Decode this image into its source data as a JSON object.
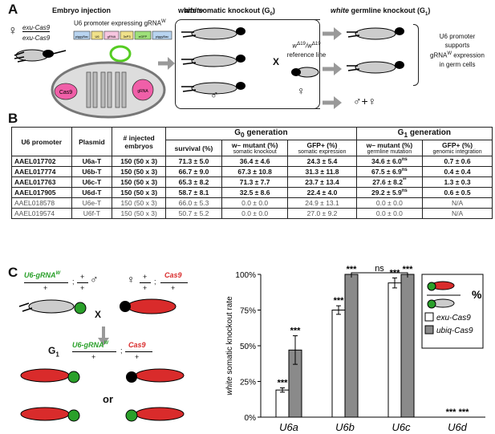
{
  "panelA": {
    "letter": "A",
    "embryo_injection": "Embryo injection",
    "u6_promoter_expressing": "U6 promoter expressing gRNA",
    "u6_promoter_superscript": "W",
    "exu_cas9_top": "exu-Cas9",
    "exu_cas9_bottom": "exu-Cas9",
    "cas9_label": "Cas9",
    "grna_label": "gRNA",
    "grna_sup": "W",
    "somatic_knockout": "white somatic knockout (G",
    "somatic_knockout_sub": "0",
    "germline_knockout": "white germline knockout (G",
    "germline_knockout_sub": "1",
    "reference_line_genotype": "w",
    "reference_line_sup": "Δ19",
    "reference_line_label": "reference line",
    "cross_x": "X",
    "u6_supports_l1": "U6 promoter",
    "u6_supports_l2": "supports",
    "u6_supports_l3": "gRNA",
    "u6_supports_l3_sup": "W",
    "u6_supports_l3_after": " expression",
    "u6_supports_l4": "in germ cells",
    "plasmid_parts": [
      "piggyBac",
      "U6",
      "gRNA",
      "3xP3",
      "eGFP",
      "piggyBac"
    ]
  },
  "panelB": {
    "letter": "B",
    "headers": {
      "u6_promoter": "U6 promoter",
      "plasmid": "Plasmid",
      "injected": "# injected embryos",
      "g0_generation": "G",
      "g0_sub": "0",
      "g0_after": " generation",
      "g1_generation": "G",
      "g1_sub": "1",
      "g1_after": " generation",
      "survival": "survival (%)",
      "w_mutant_g0": "w– mutant (%)",
      "w_mutant_g0_sub": "somatic knockout",
      "gfp_g0": "GFP+ (%)",
      "gfp_g0_sub": "somatic expression",
      "w_mutant_g1": "w– mutant (%)",
      "w_mutant_g1_sub": "germline mutation",
      "gfp_g1": "GFP+ (%)",
      "gfp_g1_sub": "genomic integration"
    },
    "rows": [
      {
        "promoter": "AAEL017702",
        "plasmid": "U6a-T",
        "injected": "150 (50 x 3)",
        "survival": "71.3 ± 5.0",
        "w_g0": "36.4 ± 4.6",
        "gfp_g0": "24.3 ± 5.4",
        "w_g1": "34.6 ± 6.0",
        "w_g1_sig": "ns",
        "gfp_g1": "0.7 ± 0.6",
        "style": "bold"
      },
      {
        "promoter": "AAEL017774",
        "plasmid": "U6b-T",
        "injected": "150 (50 x 3)",
        "survival": "66.7 ± 9.0",
        "w_g0": "67.3 ± 10.8",
        "gfp_g0": "31.3 ± 11.8",
        "w_g1": "67.5 ± 6.9",
        "w_g1_sig": "ns",
        "gfp_g1": "0.4 ± 0.4",
        "style": "bold"
      },
      {
        "promoter": "AAEL017763",
        "plasmid": "U6c-T",
        "injected": "150 (50 x 3)",
        "survival": "65.3 ± 8.2",
        "w_g0": "71.3 ± 7.7",
        "gfp_g0": "23.7 ± 13.4",
        "w_g1": "27.6 ± 8.2",
        "w_g1_sig": "**",
        "gfp_g1": "1.3 ± 0.3",
        "style": "bold"
      },
      {
        "promoter": "AAEL017905",
        "plasmid": "U6d-T",
        "injected": "150 (50 x 3)",
        "survival": "58.7 ± 8.1",
        "w_g0": "32.5 ± 8.6",
        "gfp_g0": "22.4 ± 4.0",
        "w_g1": "29.2 ± 5.9",
        "w_g1_sig": "ns",
        "gfp_g1": "0.6 ± 0.5",
        "style": "bold"
      },
      {
        "promoter": "AAEL018578",
        "plasmid": "U6e-T",
        "injected": "150 (50 x 3)",
        "survival": "66.0 ± 5.3",
        "w_g0": "0.0 ± 0.0",
        "gfp_g0": "24.9 ± 13.1",
        "w_g1": "0.0 ± 0.0",
        "w_g1_sig": "",
        "gfp_g1": "N/A",
        "style": "light"
      },
      {
        "promoter": "AAEL019574",
        "plasmid": "U6f-T",
        "injected": "150 (50 x 3)",
        "survival": "50.7 ± 5.2",
        "w_g0": "0.0 ± 0.0",
        "gfp_g0": "27.0 ± 9.2",
        "w_g1": "0.0 ± 0.0",
        "w_g1_sig": "",
        "gfp_g1": "N/A",
        "style": "light"
      }
    ]
  },
  "panelC": {
    "letter": "C",
    "left_genotype_top": "U6-gRNA",
    "left_genotype_sup": "W",
    "left_genotype_plus1": "+",
    "left_genotype_plus2": "+",
    "left_genotype_plus3": "+",
    "right_genotype_plus1": "+",
    "right_genotype_plus2": "+",
    "right_genotype_cas9": "Cas9",
    "right_genotype_plus3": "+",
    "cross_x": "X",
    "g1_label": "G",
    "g1_sub": "1",
    "g1_genotype": "U6-gRNA",
    "g1_genotype_sup": "W",
    "g1_plus1": "+",
    "g1_cas9": "Cas9",
    "g1_plus2": "+",
    "or_label": "or",
    "colors": {
      "green": "#2aa02a",
      "red": "#d92b2b",
      "gray": "#8a8a8a",
      "white": "#ffffff"
    }
  },
  "chart_data": {
    "type": "bar",
    "categories": [
      "U6a",
      "U6b",
      "U6c",
      "U6d"
    ],
    "ylabel_italic": "white",
    "ylabel_rest": " somatic knockout rate",
    "yticks": [
      "0%",
      "25%",
      "50%",
      "75%",
      "100%"
    ],
    "ylim": [
      0,
      100
    ],
    "series": [
      {
        "name": "exu-Cas9",
        "color": "#ffffff",
        "values": [
          19,
          75,
          94,
          0
        ],
        "errors": [
          1.5,
          3,
          3.5,
          0
        ],
        "sig": [
          "***",
          "***",
          "***",
          "***"
        ]
      },
      {
        "name": "ubiq-Cas9",
        "color": "#8a8a8a",
        "values": [
          47,
          100,
          100,
          0
        ],
        "errors": [
          10,
          0,
          0,
          0
        ],
        "sig": [
          "***",
          "***",
          "***",
          "***"
        ]
      }
    ],
    "ns_label": "ns",
    "legend_percent": "%",
    "legend_position": "top-right"
  }
}
